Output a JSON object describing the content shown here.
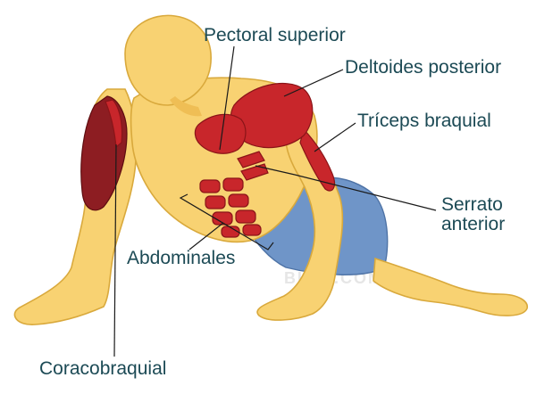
{
  "labels": {
    "pectoral_superior": "Pectoral superior",
    "deltoides_posterior": "Deltoides posterior",
    "triceps_braquial": "Tríceps braquial",
    "serrato_line1": "Serrato",
    "serrato_line2": "anterior",
    "abdominales": "Abdominales",
    "coracobraquial": "Coracobraquial"
  },
  "watermark": "BUZZ.COM",
  "colors": {
    "skin": "#f8d272",
    "muscle": "#c8262b",
    "shorts": "#6f95c8",
    "label": "#1c4a55"
  }
}
